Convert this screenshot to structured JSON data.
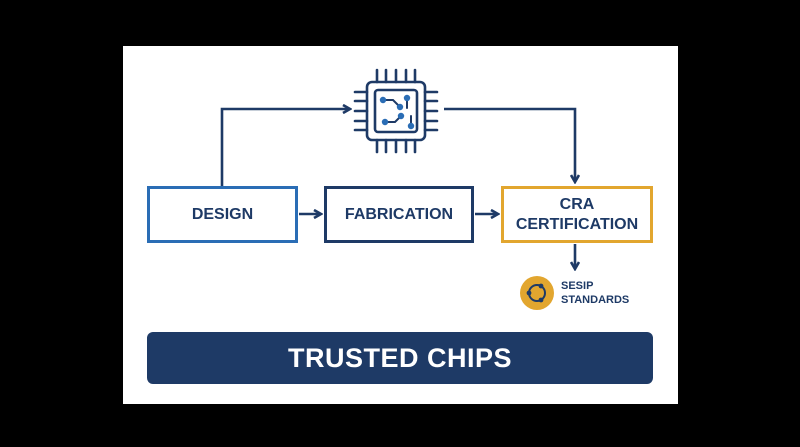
{
  "diagram": {
    "steps": [
      {
        "label": "DESIGN"
      },
      {
        "label": "FABRICATION"
      },
      {
        "label_line1": "CRA",
        "label_line2": "CERTIFICATION"
      }
    ],
    "standards_label_line1": "SESIP",
    "standards_label_line2": "STANDARDS",
    "banner_text": "TRUSTED CHIPS",
    "chip_icon": "microchip-icon",
    "standards_icon": "orbit-badge-icon",
    "colors": {
      "navy": "#1e3a66",
      "blue": "#2a6db5",
      "gold": "#e2a62f",
      "background": "#ffffff",
      "frame": "#000000"
    }
  }
}
